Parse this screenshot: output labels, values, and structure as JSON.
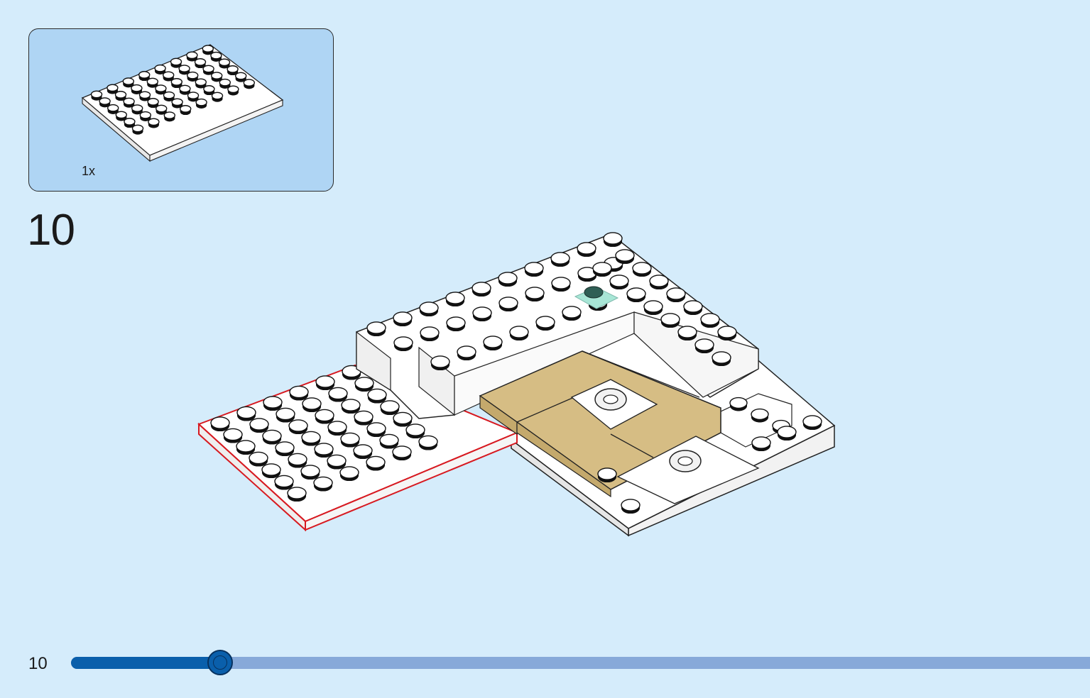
{
  "parts_panel": {
    "quantity": "1x",
    "part": {
      "icon": "white-plate-6x8-icon",
      "color": "#ffffff"
    }
  },
  "step": {
    "number": "10"
  },
  "page": {
    "number": "10"
  },
  "progress": {
    "fraction": 0.146
  },
  "colors": {
    "background": "#d5ecfb",
    "callout": "#afd5f4",
    "plate_white": "#ffffff",
    "tile_tan": "#d6bd84",
    "highlight_red": "#d71920",
    "transparent_stud": "#a8e6d6",
    "progress_fill": "#0a5fab",
    "progress_track": "#87a9d9"
  },
  "build_icons": [
    "white-base-plate-icon",
    "new-white-plate-highlighted-icon",
    "tan-tile-icon",
    "white-brick-wall-icon",
    "round-jumper-plate-icon",
    "transparent-stud-icon"
  ]
}
